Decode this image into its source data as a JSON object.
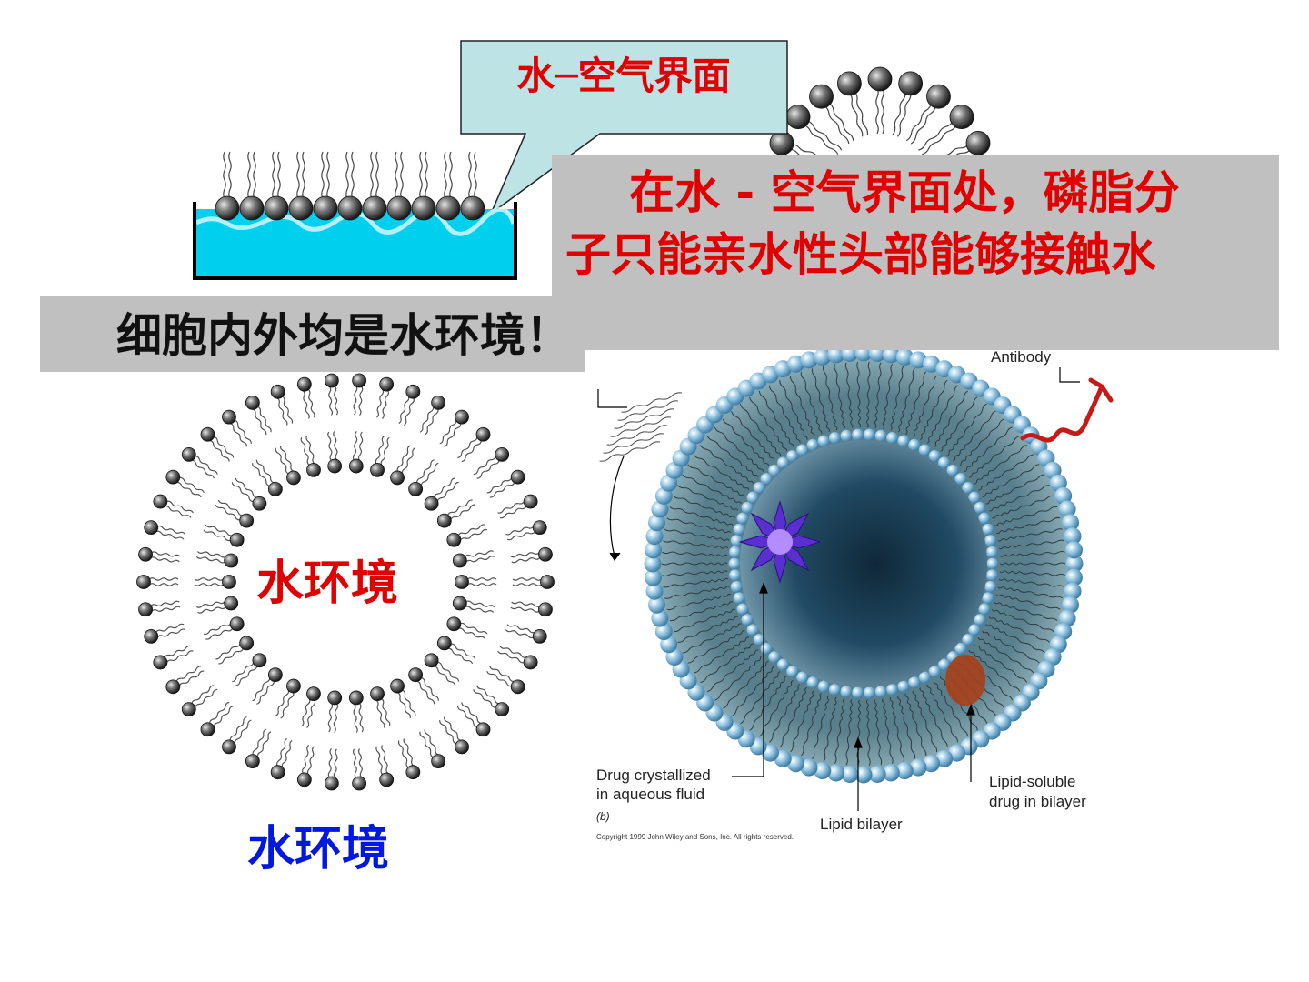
{
  "callout": {
    "text": "水─空气界面"
  },
  "info_box": {
    "line1": "在水 - 空气界面处，磷脂分",
    "line2": "子只能亲水性头部能够接触水"
  },
  "cell_box": {
    "text": "细胞内外均是水环境！"
  },
  "bilayer_diagram": {
    "inner_label": "水环境",
    "outer_label": "水环境"
  },
  "liposome_diagram": {
    "antibody_label": "Antibody",
    "drug_crystal_label_1": "Drug crystallized",
    "drug_crystal_label_2": "in aqueous fluid",
    "panel_label": "(b)",
    "bilayer_label": "Lipid bilayer",
    "lipid_drug_label_1": "Lipid-soluble",
    "lipid_drug_label_2": "drug in bilayer",
    "copyright": "Copyright 1999 John Wiley and Sons, Inc. All rights reserved."
  },
  "colors": {
    "water": "#00cfee",
    "head": "#3c3c3c",
    "callout_fill": "#bde3e5",
    "box_gray": "#c0c0c0",
    "red_text": "#e00000",
    "blue_text": "#0018e0",
    "liposome_bead": "#8fc4e0",
    "liposome_core": "#1f4660"
  }
}
